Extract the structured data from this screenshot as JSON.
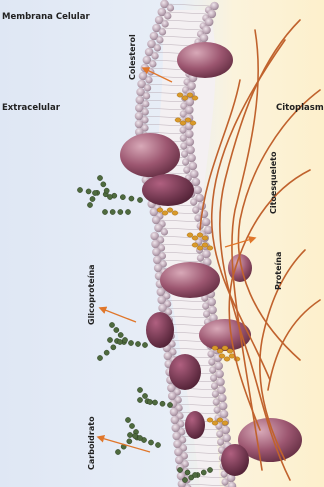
{
  "labels": {
    "title": "Membrana Celular",
    "extracelular": "Extracelular",
    "citoplasma": "Citoplasm",
    "colesterol": "Colesterol",
    "citoesqueleto": "Citoesqueleto",
    "proteina": "Proteína",
    "glicoproteina": "Glicoproteína",
    "carboidrato": "Carboidrato"
  },
  "colors": {
    "extracellular_bg": "#dde6f3",
    "cytoplasm_bg": "#fbf0d2",
    "phospholipid_head": "#c7b7c2",
    "protein": "#a05a72",
    "cholesterol": "#d99a2a",
    "cytoskeleton": "#c0622d",
    "carbohydrate": "#4e6a3e",
    "arrow": "#e0762a"
  }
}
